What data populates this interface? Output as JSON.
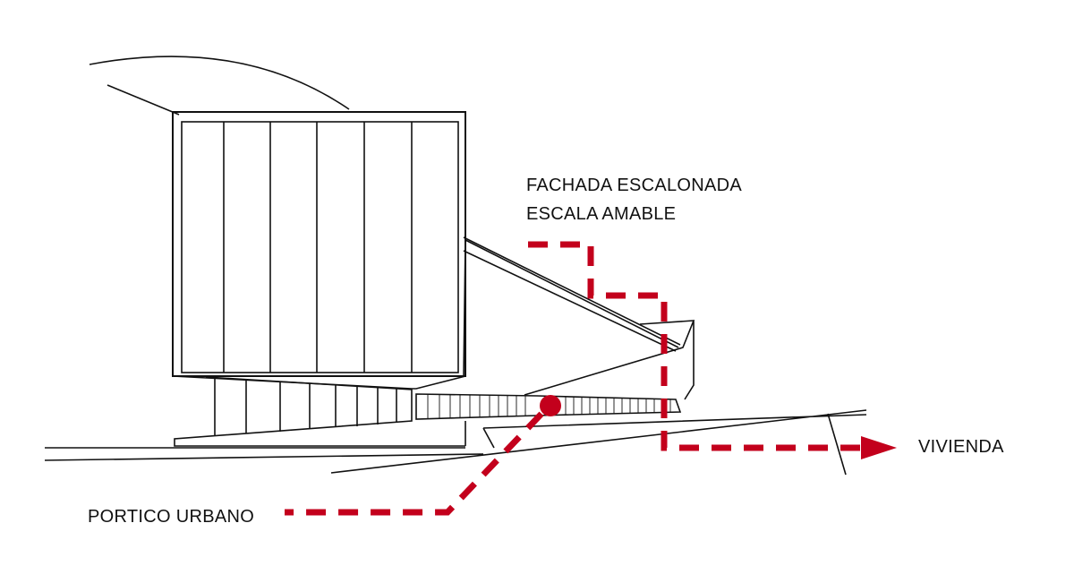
{
  "labels": {
    "fachada_line1": "FACHADA ESCALONADA",
    "fachada_line2": "ESCALA AMABLE",
    "portico": "PORTICO URBANO",
    "vivienda": "VIVIENDA"
  },
  "colors": {
    "accent": "#c3001c",
    "line": "#111111"
  }
}
